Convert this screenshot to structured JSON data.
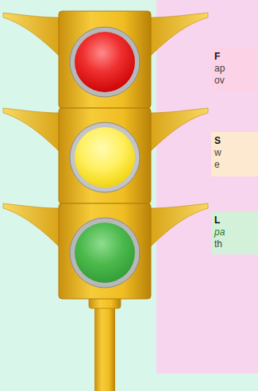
{
  "diagram": {
    "nodes": [
      {
        "text": [
          "F",
          "ap",
          "ov"
        ]
      },
      {
        "text": [
          "S",
          "w",
          "e"
        ]
      },
      {
        "text": [
          "L",
          "pa",
          "th"
        ]
      }
    ]
  }
}
